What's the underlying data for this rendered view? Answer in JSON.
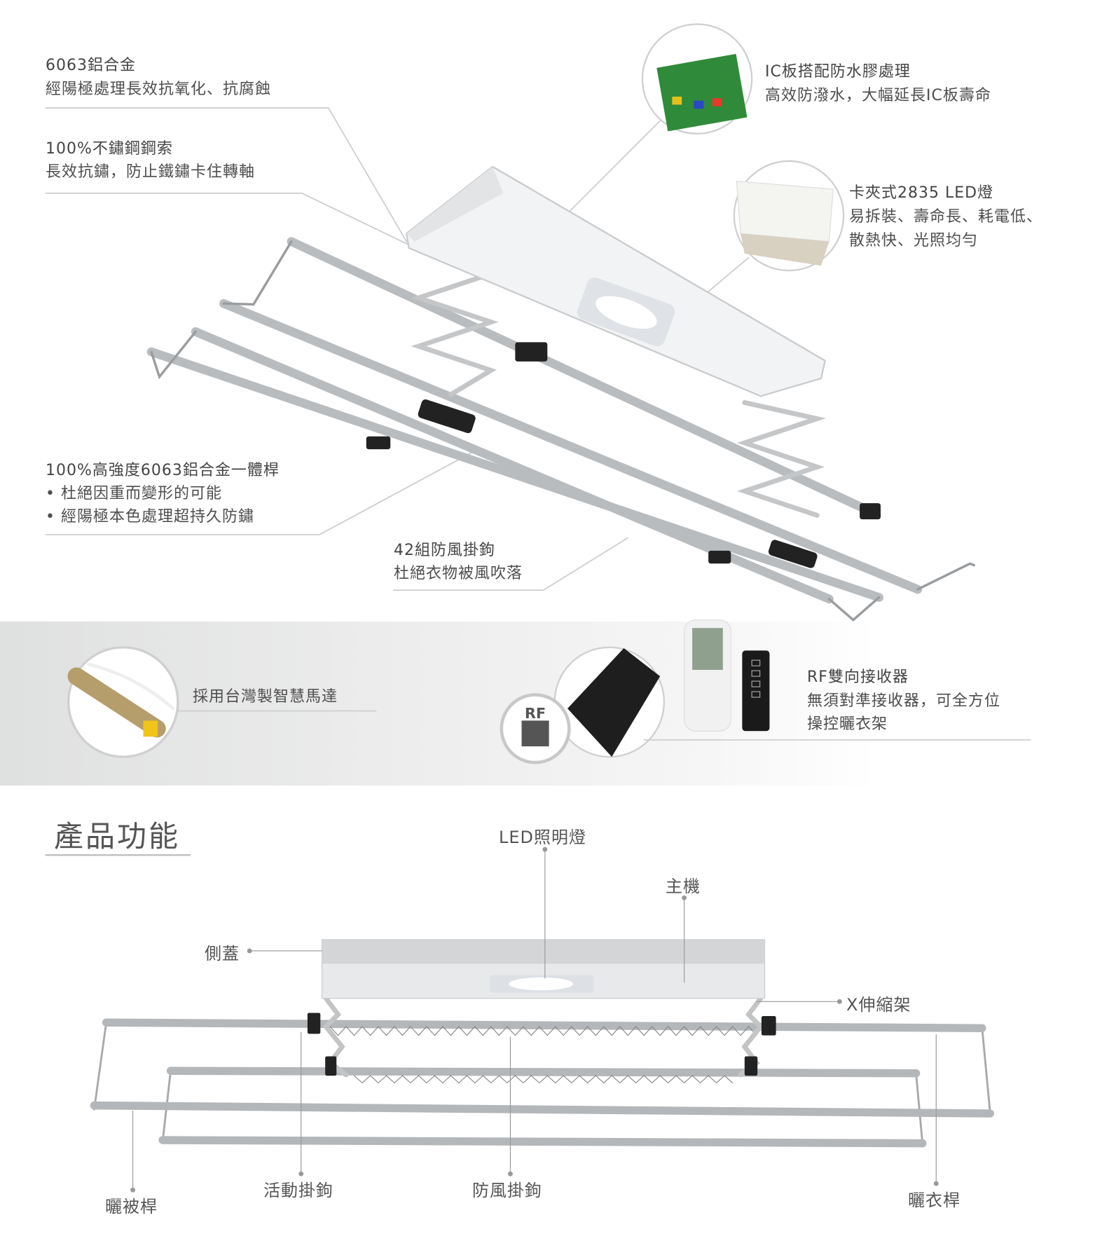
{
  "features": {
    "alloy": {
      "title": "6063鋁合金",
      "desc": "經陽極處理長效抗氧化、抗腐蝕"
    },
    "cable": {
      "title": "100%不鏽鋼鋼索",
      "desc": "長效抗鏽，防止鐵鏽卡住轉軸"
    },
    "ic_board": {
      "title": "IC板搭配防水膠處理",
      "desc": "高效防潑水，大幅延長IC板壽命"
    },
    "led": {
      "title": "卡夾式2835 LED燈",
      "desc_lines": [
        "易拆裝、壽命長、耗電低、",
        "散熱快、光照均勻"
      ]
    },
    "rod": {
      "title": "100%高強度6063鋁合金一體桿",
      "bullets": [
        "杜絕因重而變形的可能",
        "經陽極本色處理超持久防鏽"
      ]
    },
    "hooks": {
      "title": "42組防風掛鉤",
      "desc": "杜絕衣物被風吹落"
    },
    "motor": {
      "title": "採用台灣製智慧馬達"
    },
    "rf": {
      "title": "RF雙向接收器",
      "desc_lines": [
        "無須對準接收器，可全方位",
        "操控曬衣架"
      ],
      "badge": "RF"
    }
  },
  "functions": {
    "heading": "產品功能",
    "labels": {
      "led_light": "LED照明燈",
      "main_unit": "主機",
      "side_cover": "側蓋",
      "x_frame": "X伸縮架",
      "quilt_rod": "曬被桿",
      "movable_hook": "活動掛鉤",
      "windproof_hook": "防風掛鉤",
      "clothes_rod": "曬衣桿"
    }
  },
  "colors": {
    "text": "#4d4d4d",
    "line": "#c8c8c8",
    "band": "#e0e1e1",
    "pcb": "#2f8a3a"
  }
}
